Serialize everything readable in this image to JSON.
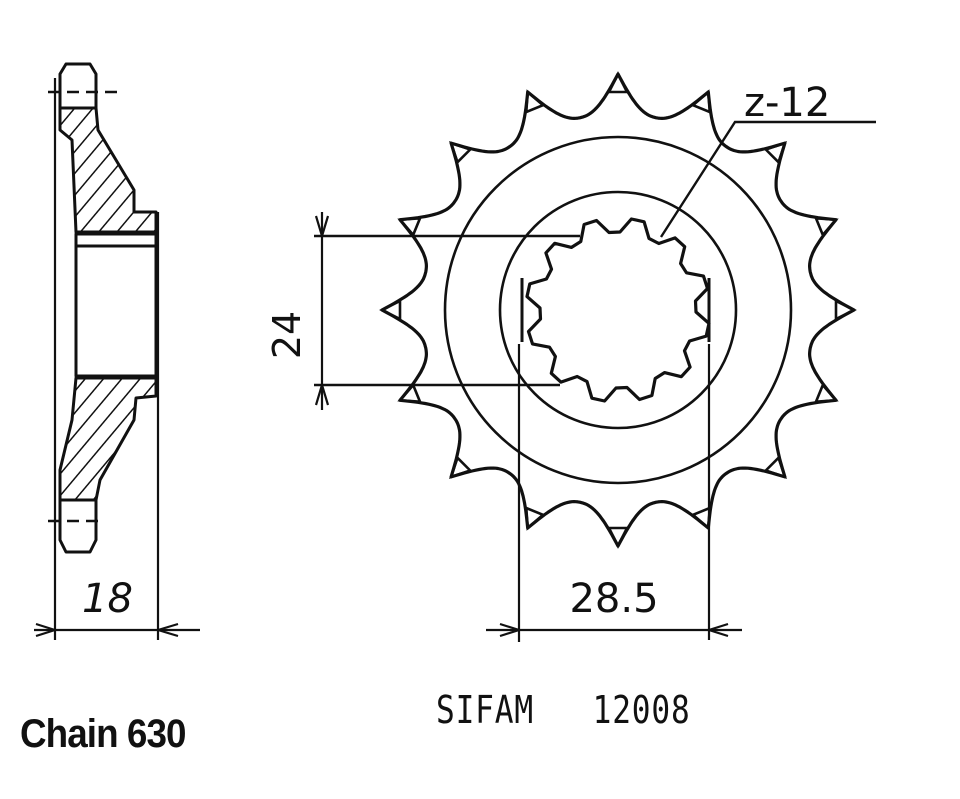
{
  "drawing": {
    "type": "sprocket technical drawing",
    "views": [
      "side-section",
      "front"
    ],
    "teeth_count_outer": 16,
    "spline_teeth_label": "z-12",
    "dimensions": {
      "width": "18",
      "bore_flat": "24",
      "spline_diameter": "28.5"
    }
  },
  "labels": {
    "chain": "Chain 630",
    "part_number": "SIFAM   12008"
  },
  "colors": {
    "ink": "#111111",
    "background": "#ffffff"
  }
}
